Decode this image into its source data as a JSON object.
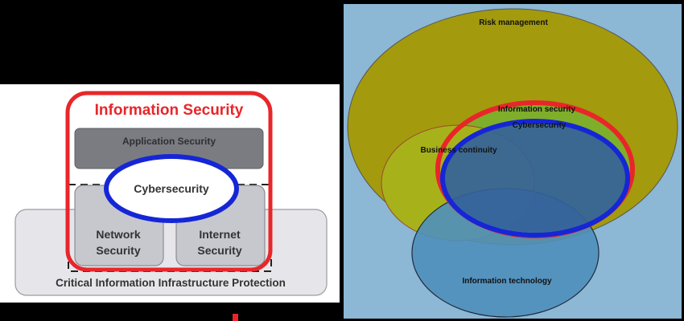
{
  "left_diagram": {
    "information_security": "Information Security",
    "application_security": "Application Security",
    "cybersecurity": "Cybersecurity",
    "network_security_line1": "Network",
    "network_security_line2": "Security",
    "internet_security_line1": "Internet",
    "internet_security_line2": "Security",
    "ciip": "Critical Information Infrastructure Protection"
  },
  "right_diagram": {
    "risk_management": "Risk management",
    "information_security": "Information security",
    "cybersecurity": "Cybersecurity",
    "business_continuity": "Business continuity",
    "information_technology": "Information technology"
  },
  "colors": {
    "highlight_red": "#e8262a",
    "highlight_blue": "#1526d6",
    "olive": "#a39a0e",
    "light_green": "#a7b21a",
    "it_blue": "#4f8fbd",
    "cyber_blue": "#34629a",
    "panel_bg": "#8cb7d5"
  }
}
